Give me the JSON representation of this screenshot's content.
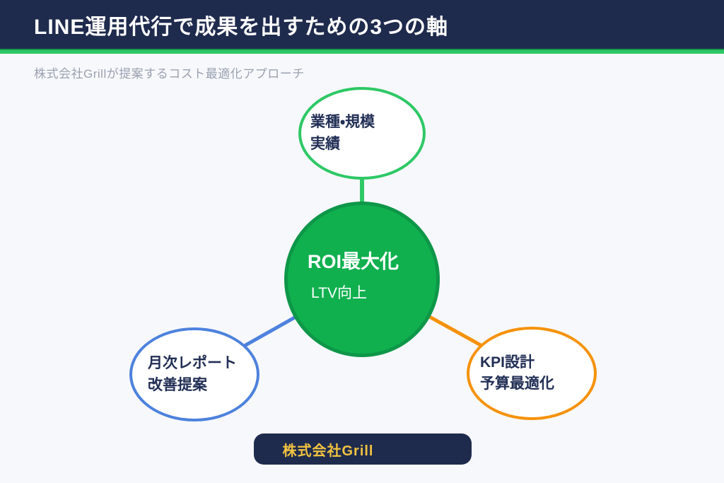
{
  "colors": {
    "navy": "#1f2b4d",
    "green_bright": "#2ec865",
    "green_fill": "#10b04f",
    "green_dark": "#0e9748",
    "blue": "#4d82dd",
    "orange": "#f5920b",
    "gold": "#f2c340",
    "background": "#f7f8fb",
    "subtitle_gray": "#99a1b0"
  },
  "header": {
    "title": "LINE運用代行で成果を出すための3つの軸"
  },
  "subtitle": "株式会社Grillが提案するコスト最適化アプローチ",
  "diagram": {
    "center": {
      "title": "ROI最大化",
      "subtitle": "LTV向上"
    },
    "nodes": [
      {
        "id": "industry-track-record",
        "position": "top",
        "accent": "#2ec865",
        "lines": [
          "業種・規模",
          "実績"
        ]
      },
      {
        "id": "monthly-report",
        "position": "bottom-left",
        "accent": "#4d82dd",
        "lines": [
          "月次レポート",
          "改善提案"
        ]
      },
      {
        "id": "kpi-design",
        "position": "bottom-right",
        "accent": "#f5920b",
        "lines": [
          "KPI設計",
          "予算最適化"
        ]
      }
    ]
  },
  "footer_badge": {
    "label": "株式会社Grill"
  }
}
